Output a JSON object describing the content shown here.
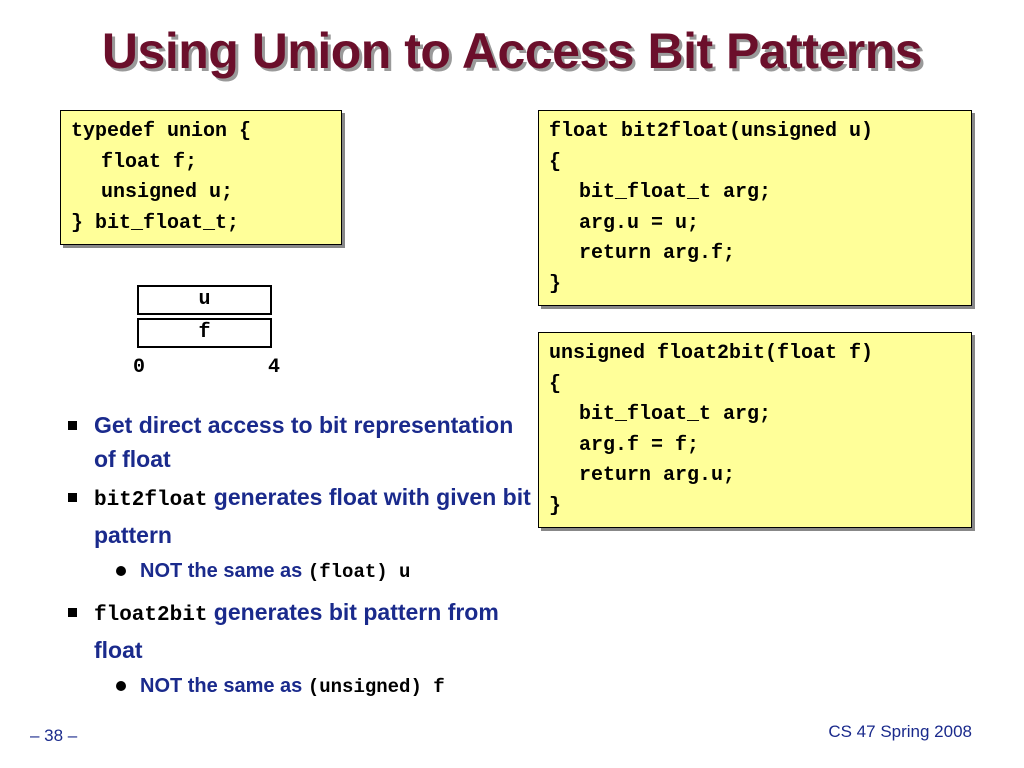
{
  "title": "Using Union to Access Bit Patterns",
  "typedef_code": [
    "typedef union {",
    "float f;",
    "unsigned u;",
    "} bit_float_t;"
  ],
  "bit2float_code": [
    "float bit2float(unsigned u)",
    "{",
    "bit_float_t arg;",
    "arg.u = u;",
    "return arg.f;",
    "}"
  ],
  "float2bit_code": [
    "unsigned float2bit(float f)",
    "{",
    "bit_float_t arg;",
    "arg.f = f;",
    "return arg.u;",
    "}"
  ],
  "diagram": {
    "field_top": "u",
    "field_bottom": "f",
    "start_offset": "0",
    "end_offset": "4"
  },
  "bullets": [
    {
      "text": "Get direct access to bit representation of float"
    },
    {
      "code": "bit2float",
      "text": " generates float with given bit pattern",
      "sub": {
        "text": "NOT the same as ",
        "code": "(float) u"
      }
    },
    {
      "code": "float2bit",
      "text": " generates bit pattern from float",
      "sub": {
        "text": "NOT the same as ",
        "code": "(unsigned) f"
      }
    }
  ],
  "footer": {
    "page": "– 38 –",
    "course": "CS 47 Spring 2008"
  },
  "colors": {
    "title": "#6b0f2b",
    "bullet_text": "#1a2a8c",
    "code_background": "#ffff99"
  }
}
